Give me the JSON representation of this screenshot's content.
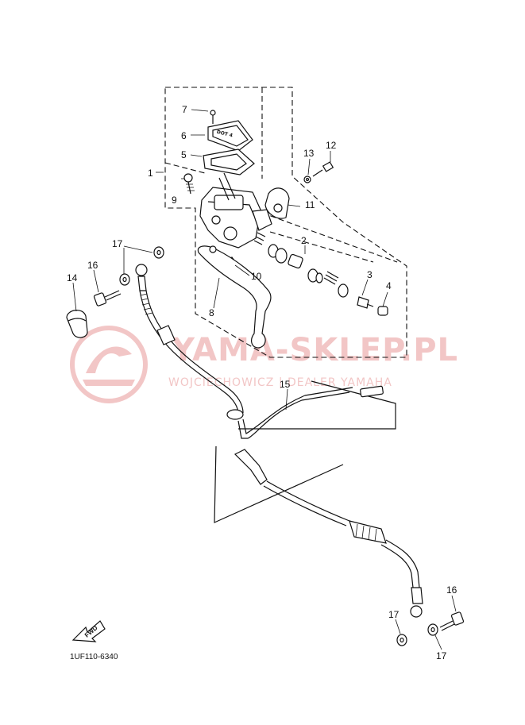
{
  "watermark": {
    "brand": "YAMA-SKLEP.PL",
    "dealer": "WOJCIECHOWICZ | DEALER YAMAHA",
    "color": "#f2c6c6"
  },
  "reservoir_cap_marking": "DOT 4",
  "callouts": {
    "c1": "1",
    "c2": "2",
    "c3": "3",
    "c4": "4",
    "c5": "5",
    "c6": "6",
    "c7": "7",
    "c8": "8",
    "c9": "9",
    "c10": "10",
    "c11": "11",
    "c12": "12",
    "c13": "13",
    "c14": "14",
    "c15": "15",
    "c16a": "16",
    "c16b": "16",
    "c17a": "17",
    "c17b": "17",
    "c17c": "17"
  },
  "direction_marker": {
    "label": "FWD",
    "icon": "arrow-left-icon"
  },
  "diagram_code": "1UF110-6340"
}
